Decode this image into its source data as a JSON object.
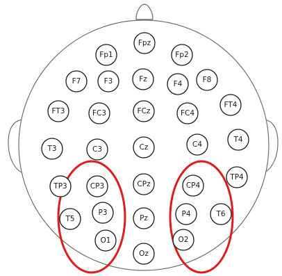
{
  "colors": {
    "highlight": "#e01b1b",
    "outline": "#6e6e6e",
    "electrode_stroke": "#1a1a1a"
  },
  "electrodes": [
    {
      "label": "Fpz"
    },
    {
      "label": "Fp1"
    },
    {
      "label": "Fp2"
    },
    {
      "label": "F7"
    },
    {
      "label": "F3"
    },
    {
      "label": "Fz"
    },
    {
      "label": "F4"
    },
    {
      "label": "F8"
    },
    {
      "label": "FT3"
    },
    {
      "label": "FC3"
    },
    {
      "label": "FCz"
    },
    {
      "label": "FC4"
    },
    {
      "label": "FT4"
    },
    {
      "label": "T3"
    },
    {
      "label": "C3"
    },
    {
      "label": "Cz"
    },
    {
      "label": "C4"
    },
    {
      "label": "T4"
    },
    {
      "label": "TP3"
    },
    {
      "label": "CP3"
    },
    {
      "label": "CPz"
    },
    {
      "label": "CP4"
    },
    {
      "label": "TP4"
    },
    {
      "label": "T5"
    },
    {
      "label": "P3"
    },
    {
      "label": "Pz"
    },
    {
      "label": "P4"
    },
    {
      "label": "T6"
    },
    {
      "label": "O1"
    },
    {
      "label": "Oz"
    },
    {
      "label": "O2"
    }
  ]
}
